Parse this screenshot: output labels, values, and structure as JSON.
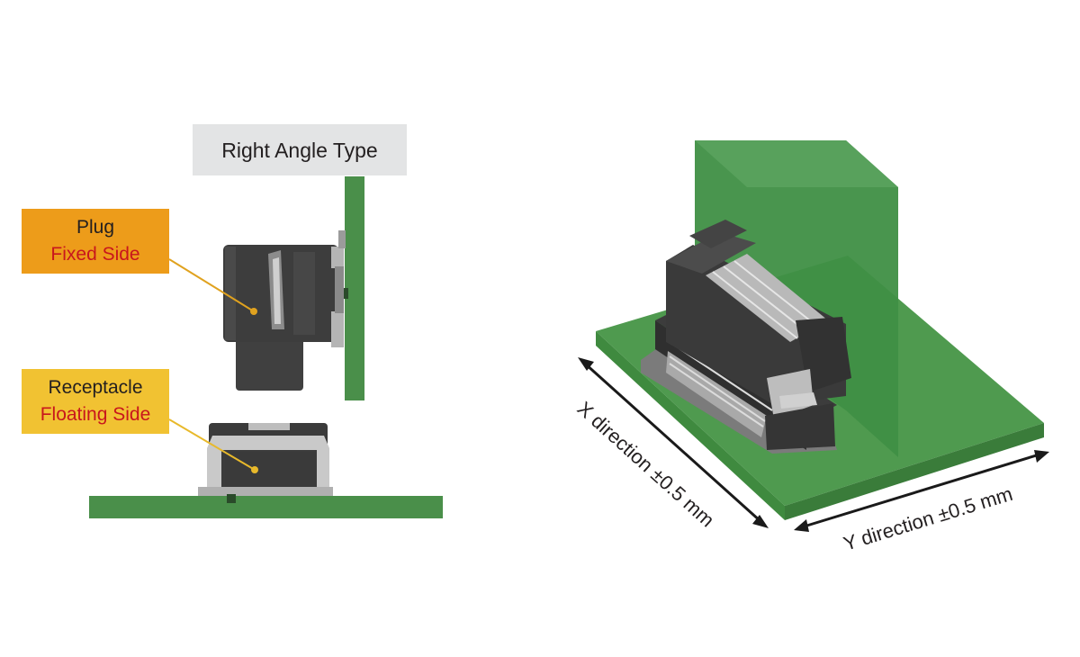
{
  "type_label": "Right Angle Type",
  "plug": {
    "name": "Plug",
    "side": "Fixed Side"
  },
  "receptacle": {
    "name": "Receptacle",
    "side": "Floating Side"
  },
  "x_direction": "X direction ±0.5 mm",
  "y_direction": "Y direction ±0.5 mm",
  "colors": {
    "pcb": "#4a8f4a",
    "connector_body": "#3a3a3a",
    "metal": "#c8c8c8",
    "plug_tag": "#ed9c1a",
    "receptacle_tag": "#f1c232",
    "type_tag": "#e3e4e5",
    "accent_text": "#c8161d",
    "leader_line": "#e0a21f"
  }
}
